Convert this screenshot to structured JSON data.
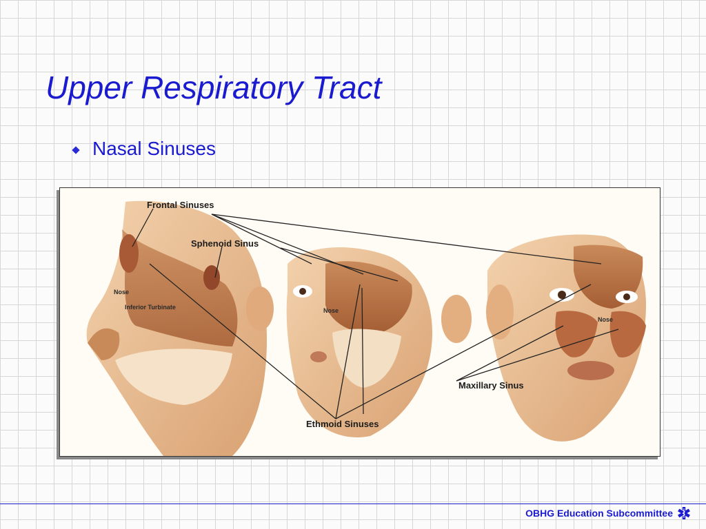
{
  "slide": {
    "title": "Upper Respiratory Tract",
    "bullets": [
      "Nasal Sinuses"
    ]
  },
  "figure": {
    "labels": {
      "frontal_sinuses": "Frontal Sinuses",
      "sphenoid_sinus": "Sphenoid Sinus",
      "nose": "Nose",
      "inferior_turbinate": "Inferior Turbinate",
      "maxillary_sinus": "Maxillary Sinus",
      "ethmoid_sinuses": "Ethmoid Sinuses"
    }
  },
  "footer": {
    "text": "OBHG Education Subcommittee",
    "icon": "star-of-life-icon"
  },
  "colors": {
    "title_blue": "#1a1acf",
    "grid": "#d6d6d6",
    "skin": "#e8b98a",
    "sinus_red": "#b5643c"
  }
}
